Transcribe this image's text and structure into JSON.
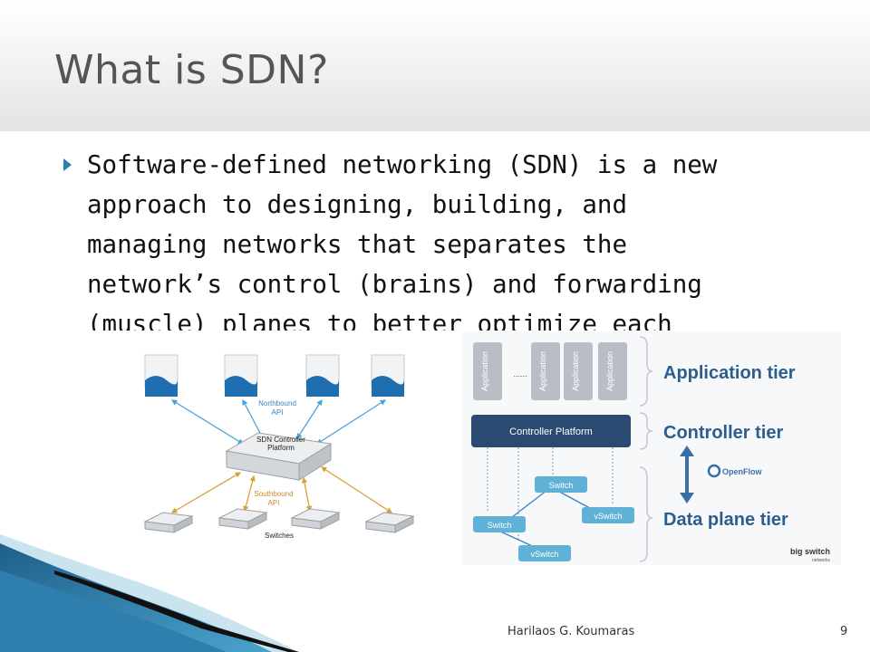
{
  "slide": {
    "title": "What is SDN?",
    "bullet_lines": [
      "Software-defined networking (SDN) is a new",
      "approach to designing, building, and",
      "managing networks that separates the",
      "network’s control (brains) and forwarding",
      "(muscle) planes to better optimize each"
    ],
    "footer_author": "Harilaos G. Koumaras",
    "page_number": "9"
  },
  "left_diagram": {
    "northbound_label_1": "Northbound",
    "northbound_label_2": "API",
    "controller_label_1": "SDN Controller",
    "controller_label_2": "Platform",
    "southbound_label_1": "Southbound",
    "southbound_label_2": "API",
    "switches_label": "Switches"
  },
  "right_diagram": {
    "app_label": "Application",
    "ellipsis": "......",
    "controller_platform": "Controller Platform",
    "switch_top": "Switch",
    "switch_left": "Switch",
    "vswitch_right": "vSwitch",
    "vswitch_bottom": "vSwitch",
    "tier_application": "Application tier",
    "tier_controller": "Controller tier",
    "tier_data": "Data plane tier",
    "openflow": "OpenFlow",
    "brand_main": "big switch",
    "brand_sub": "networks"
  },
  "colors": {
    "title": "#555555",
    "bullet": "#2d7fb0",
    "tier_text": "#2b5e8e",
    "controller_box": "#2a4a72",
    "northbound_arrow": "#4aa3d8",
    "southbound_arrow": "#d9a13a"
  }
}
